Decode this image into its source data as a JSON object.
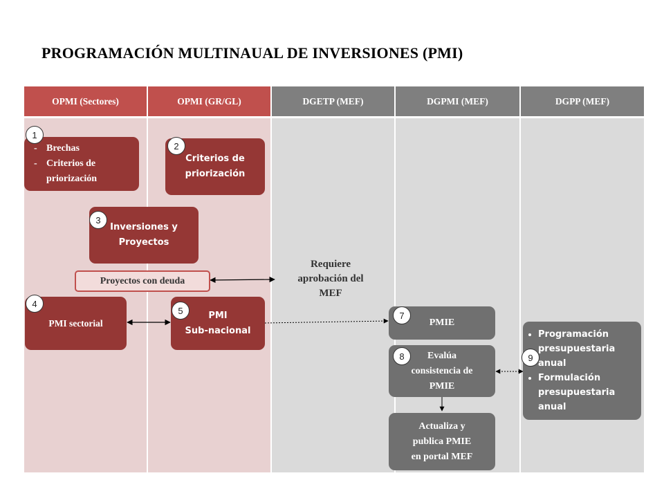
{
  "title": "PROGRAMACIÓN MULTINAUAL DE INVERSIONES (PMI)",
  "columns": [
    {
      "label": "OPMI (Sectores)",
      "color": "#c0504d"
    },
    {
      "label": "OPMI (GR/GL)",
      "color": "#c0504d"
    },
    {
      "label": "DGETP (MEF)",
      "color": "#7f7f7f"
    },
    {
      "label": "DGPMI (MEF)",
      "color": "#7f7f7f"
    },
    {
      "label": "DGPP (MEF)",
      "color": "#7f7f7f"
    }
  ],
  "boxes": {
    "brechas": {
      "items": [
        "Brechas",
        "Criterios de priorización"
      ]
    },
    "criterios": {
      "text": "Criterios de\npriorización"
    },
    "inversiones": {
      "text": "Inversiones y\nProyectos"
    },
    "deuda": {
      "text": "Proyectos con deuda"
    },
    "pmi_sectorial": {
      "text": "PMI sectorial"
    },
    "pmi_subnacional": {
      "text": "PMI\nSub-nacional"
    },
    "requiere": {
      "text": "Requiere\naprobación del\nMEF"
    },
    "pmie": {
      "text": "PMIE"
    },
    "evalua": {
      "text": "Evalúa\nconsistencia de\nPMIE"
    },
    "actualiza": {
      "text": "Actualiza  y\npublica PMIE\nen portal MEF"
    },
    "dgpp": {
      "items": [
        "Programación presupuestaria anual",
        "Formulación presupuestaria anual"
      ]
    }
  },
  "badges": [
    "1",
    "2",
    "3",
    "4",
    "5",
    "7",
    "8",
    "9"
  ]
}
